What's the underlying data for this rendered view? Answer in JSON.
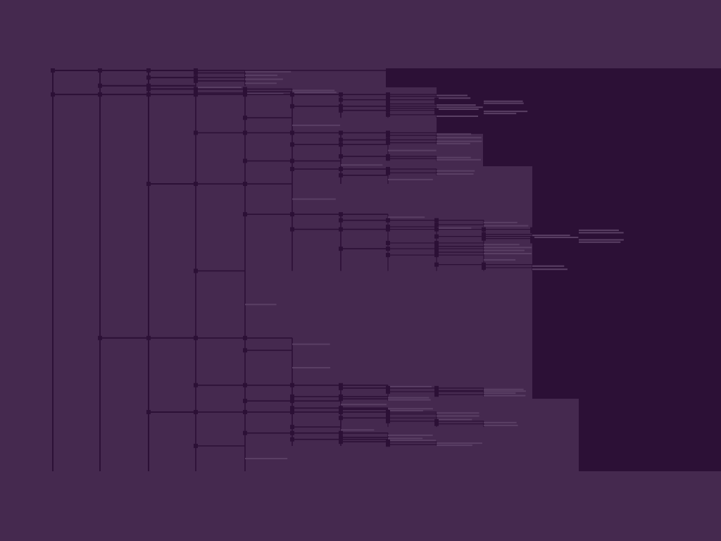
{
  "title": "",
  "colors": {
    "background": "#45294f",
    "dense_region": "#2c1036",
    "line": "#2c1036",
    "leaf": "#5a3f64",
    "node": "#2c1036"
  },
  "diagram": {
    "type": "dendrogram",
    "orientation": "left-to-right",
    "levels": 13,
    "leaf_count": 64,
    "shows_text": false
  }
}
